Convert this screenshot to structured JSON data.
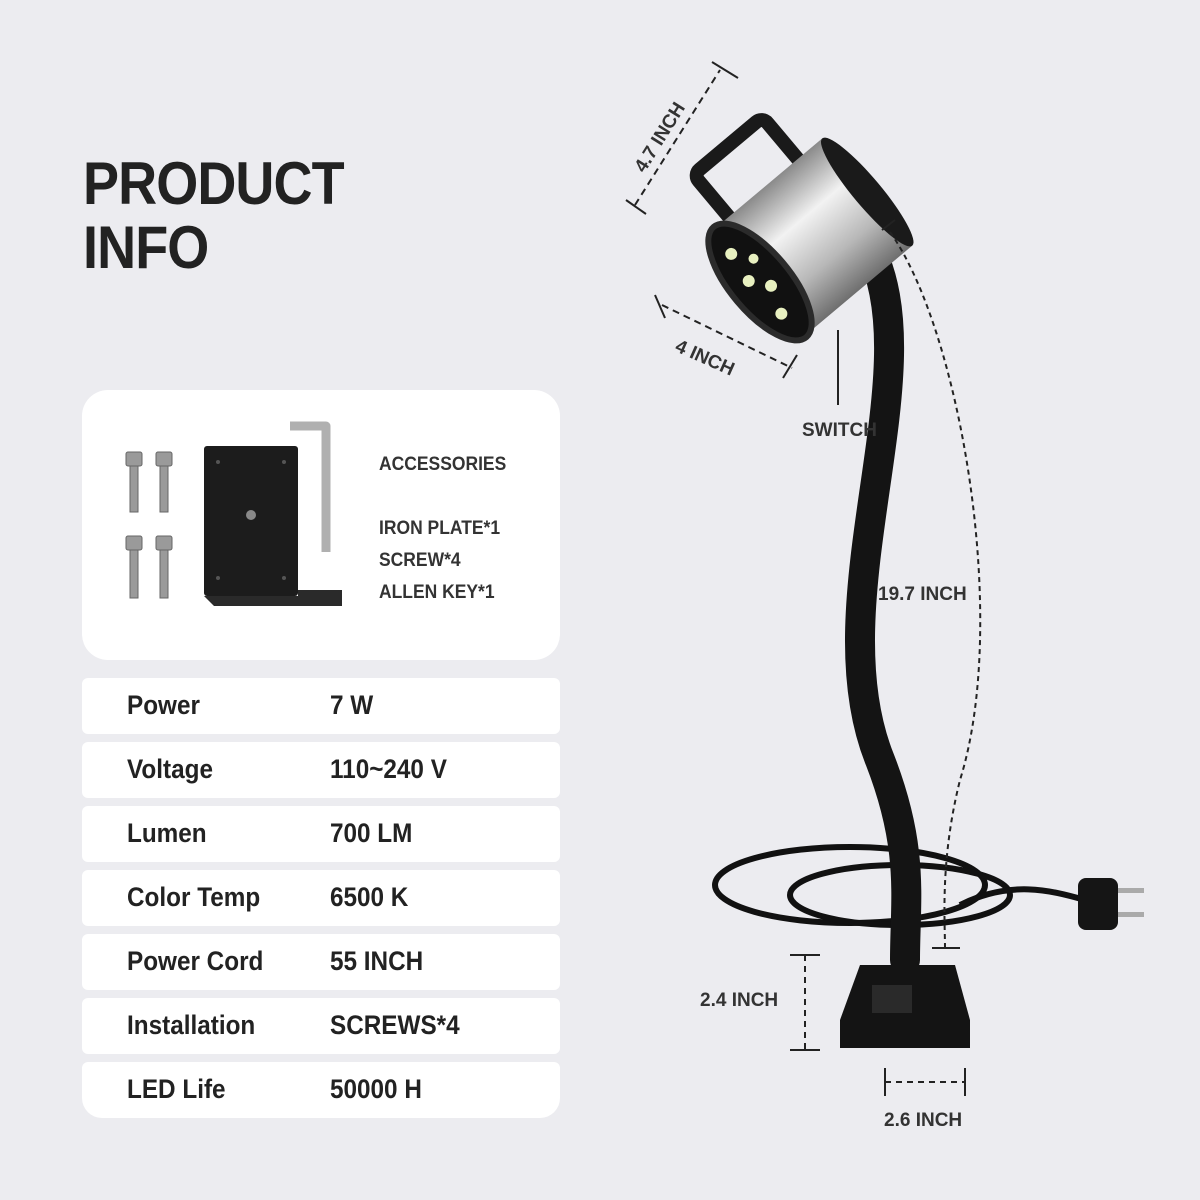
{
  "title": {
    "line1": "PRODUCT",
    "line2": "INFO"
  },
  "accessories": {
    "heading": "ACCESSORIES",
    "items": [
      "IRON PLATE*1",
      "SCREW*4",
      "ALLEN KEY*1"
    ]
  },
  "specs": [
    {
      "label": "Power",
      "value": "7 W"
    },
    {
      "label": "Voltage",
      "value": "110~240 V"
    },
    {
      "label": "Lumen",
      "value": "700 LM"
    },
    {
      "label": "Color Temp",
      "value": "6500 K"
    },
    {
      "label": "Power Cord",
      "value": "55 INCH"
    },
    {
      "label": "Installation",
      "value": "SCREWS*4"
    },
    {
      "label": "LED Life",
      "value": "50000 H"
    }
  ],
  "dimensions": {
    "head_length": "4.7 INCH",
    "head_diameter": "4 INCH",
    "switch": "SWITCH",
    "neck_length": "19.7 INCH",
    "base_height": "2.4 INCH",
    "base_width": "2.6 INCH"
  }
}
